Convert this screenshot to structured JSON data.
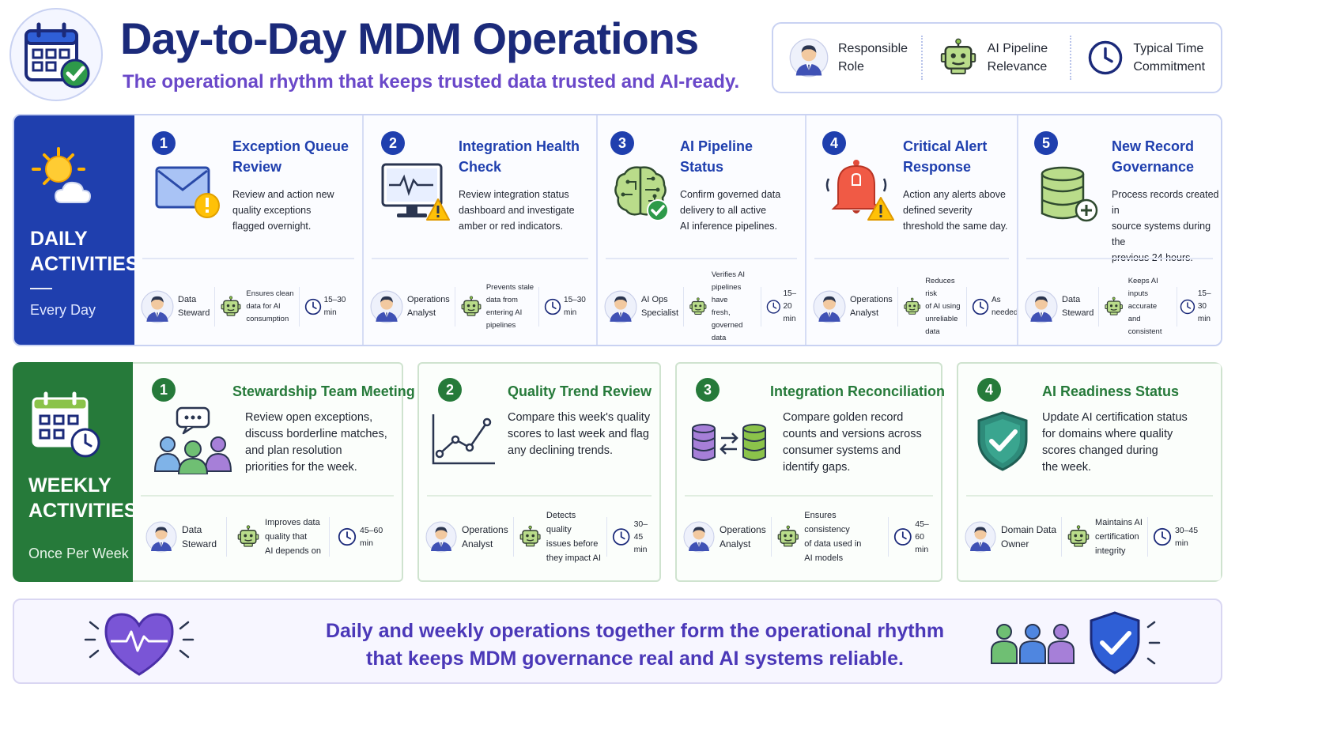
{
  "header": {
    "title": "Day-to-Day MDM Operations",
    "subtitle": "The operational rhythm that keeps trusted data trusted and AI-ready."
  },
  "legend": [
    {
      "icon": "person-icon",
      "label": "Responsible\nRole"
    },
    {
      "icon": "robot-icon",
      "label": "AI Pipeline\nRelevance"
    },
    {
      "icon": "clock-icon",
      "label": "Typical Time\nCommitment"
    }
  ],
  "daily": {
    "title": "DAILY\nACTIVITIES",
    "subtitle": "Every Day",
    "colors": {
      "accent": "#1f3fae"
    },
    "cards": [
      {
        "num": "1",
        "title": "Exception Queue\nReview",
        "desc": "Review and action new\nquality exceptions\nflagged overnight.",
        "icon": "envelope-warning-icon",
        "role": "Data\nSteward",
        "ai": "Ensures clean\ndata for AI\nconsumption",
        "time": "15–30\nmin"
      },
      {
        "num": "2",
        "title": "Integration Health\nCheck",
        "desc": "Review integration status\ndashboard and investigate\namber or red indicators.",
        "icon": "monitor-warning-icon",
        "role": "Operations\nAnalyst",
        "ai": "Prevents stale\ndata from\nentering AI\npipelines",
        "time": "15–30\nmin"
      },
      {
        "num": "3",
        "title": "AI Pipeline\nStatus",
        "desc": "Confirm governed data\ndelivery to all active\nAI inference pipelines.",
        "icon": "brain-check-icon",
        "role": "AI Ops\nSpecialist",
        "ai": "Verifies AI\npipelines have\nfresh, governed\ndata",
        "time": "15–20\nmin"
      },
      {
        "num": "4",
        "title": "Critical Alert\nResponse",
        "desc": "Action any alerts above\ndefined severity\nthreshold the same day.",
        "icon": "bell-alert-icon",
        "role": "Operations\nAnalyst",
        "ai": "Reduces risk\nof AI using\nunreliable\ndata",
        "time": "As\nneeded"
      },
      {
        "num": "5",
        "title": "New Record\nGovernance",
        "desc": "Process records created in\nsource systems during the\nprevious 24 hours.",
        "icon": "database-add-icon",
        "role": "Data\nSteward",
        "ai": "Keeps AI\ninputs accurate\nand consistent",
        "time": "15–30\nmin"
      }
    ]
  },
  "weekly": {
    "title": "WEEKLY\nACTIVITIES",
    "subtitle": "Once Per Week",
    "colors": {
      "accent": "#267a3a"
    },
    "cards": [
      {
        "num": "1",
        "title": "Stewardship Team Meeting",
        "desc": "Review open exceptions,\ndiscuss borderline matches,\nand plan resolution\npriorities for the week.",
        "icon": "team-chat-icon",
        "role": "Data\nSteward",
        "ai": "Improves data\nquality that\nAI depends on",
        "time": "45–60\nmin"
      },
      {
        "num": "2",
        "title": "Quality Trend Review",
        "desc": "Compare this week's quality\nscores to last week and flag\nany declining trends.",
        "icon": "line-chart-icon",
        "role": "Operations\nAnalyst",
        "ai": "Detects quality\nissues before\nthey impact AI",
        "time": "30–45\nmin"
      },
      {
        "num": "3",
        "title": "Integration Reconciliation",
        "desc": "Compare golden record\ncounts and versions across\nconsumer systems and\nidentify gaps.",
        "icon": "database-sync-icon",
        "role": "Operations\nAnalyst",
        "ai": "Ensures consistency\nof data used in\nAI models",
        "time": "45–60\nmin"
      },
      {
        "num": "4",
        "title": "AI Readiness Status",
        "desc": "Update AI certification status\nfor domains where quality\nscores changed during\nthe week.",
        "icon": "shield-check-icon",
        "role": "Domain Data\nOwner",
        "ai": "Maintains AI\ncertification\nintegrity",
        "time": "30–45\nmin"
      }
    ]
  },
  "banner": {
    "message": "Daily and weekly operations together form the operational rhythm\nthat keeps MDM governance real and AI systems reliable."
  }
}
